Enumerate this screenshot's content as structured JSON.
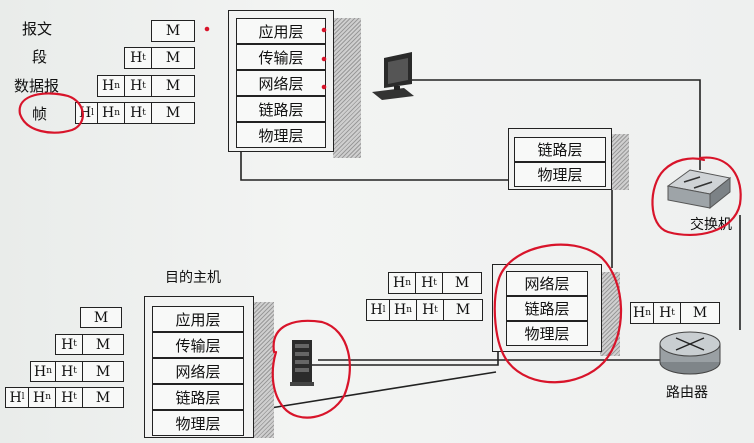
{
  "pdu_labels": {
    "message": "报文",
    "segment": "段",
    "datagram": "数据报",
    "frame": "帧"
  },
  "header_tokens": {
    "M": "M",
    "H": "H",
    "t": "t",
    "n": "n",
    "l": "l"
  },
  "source_stack": [
    "应用层",
    "传输层",
    "网络层",
    "链路层",
    "物理层"
  ],
  "switch_stack": [
    "链路层",
    "物理层"
  ],
  "router_stack": [
    "网络层",
    "链路层",
    "物理层"
  ],
  "dest_stack": [
    "应用层",
    "传输层",
    "网络层",
    "链路层",
    "物理层"
  ],
  "dest_host_label": "目的主机",
  "switch_label": "交换机",
  "router_label": "路由器",
  "annotation_color": "#d8142a"
}
